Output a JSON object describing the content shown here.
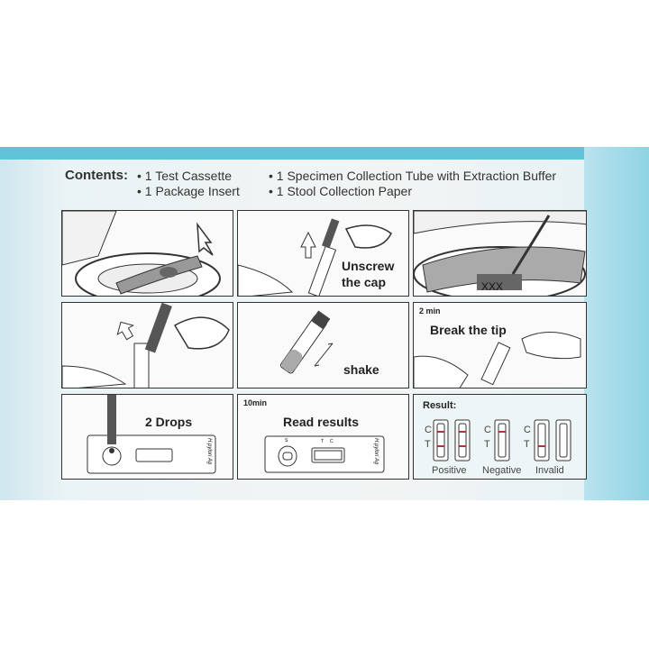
{
  "contents": {
    "title": "Contents:",
    "items": [
      "• 1 Test Cassette",
      "• 1 Package Insert",
      "• 1 Specimen Collection Tube with Extraction Buffer",
      "• 1 Stool Collection Paper"
    ]
  },
  "steps": {
    "unscrew": "Unscrew\nthe cap",
    "shake": "shake",
    "break_time": "2 min",
    "break": "Break the tip",
    "drops": "2 Drops",
    "read_time": "10min",
    "read": "Read results",
    "cassette_label": "H.pylori Ag",
    "s": "S",
    "t": "T",
    "c": "C"
  },
  "result": {
    "title": "Result:",
    "c": "C",
    "t": "T",
    "positive": "Positive",
    "negative": "Negative",
    "invalid": "Invalid",
    "line_color": "#b5313c"
  },
  "colors": {
    "accent": "#5fc3d9"
  }
}
